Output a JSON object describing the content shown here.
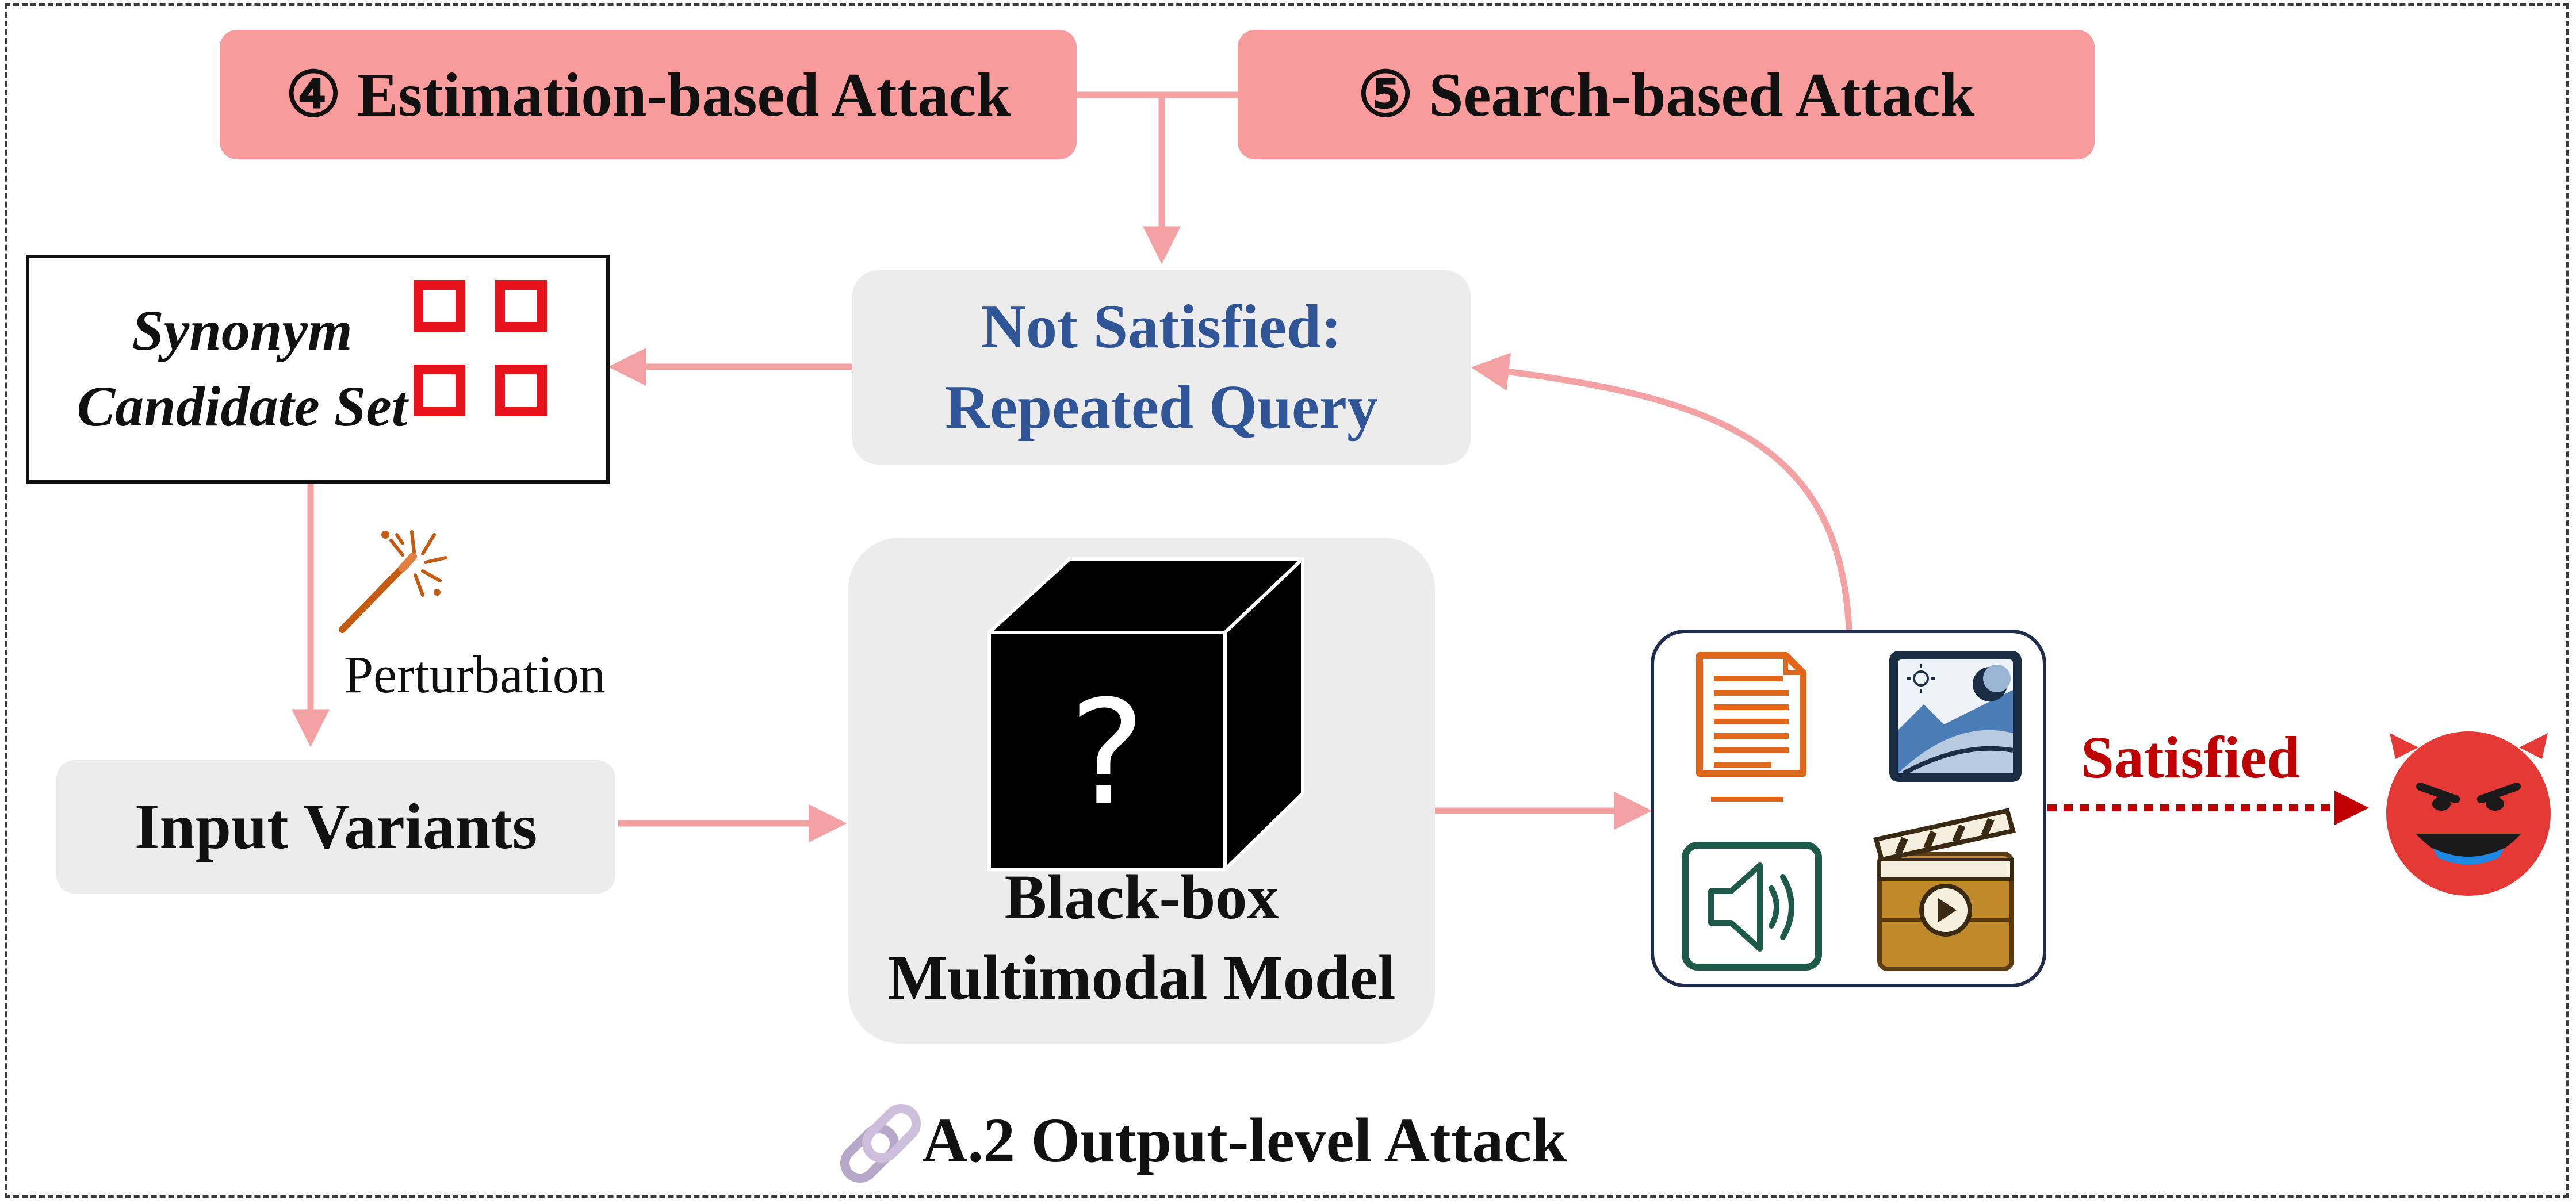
{
  "diagram": {
    "top_boxes": {
      "estimation": "④ Estimation-based Attack",
      "search": "⑤ Search-based Attack"
    },
    "query_box": {
      "line1": "Not Satisfied:",
      "line2": "Repeated Query"
    },
    "synonym_box": {
      "line1": "Synonym",
      "line2": "Candidate Set"
    },
    "perturbation_label": "Perturbation",
    "input_box": "Input Variants",
    "model_box": {
      "line1": "Black-box",
      "line2": "Multimodal Model"
    },
    "black_box_symbol": "?",
    "satisfied_label": "Satisfied",
    "footer_title": "A.2 Output-level Attack",
    "icons": [
      "document-icon",
      "image-icon",
      "audio-icon",
      "video-clapper-icon",
      "magic-wand-icon",
      "devil-emoji-icon",
      "link-icon",
      "cube-icon"
    ],
    "colors": {
      "pink": "#f79b9c",
      "arrow": "#f3a1a3",
      "query_text": "#2f5597",
      "satisfied": "#c00000",
      "grid_red": "#e8131a",
      "panel_gray": "#ececec"
    }
  }
}
